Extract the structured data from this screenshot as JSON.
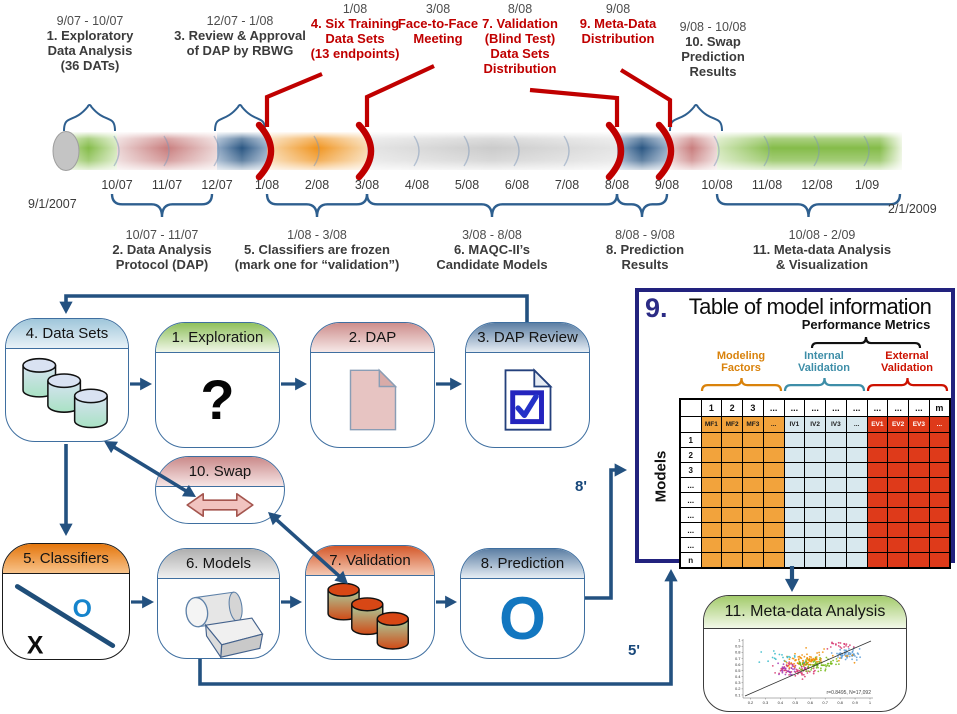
{
  "timeline": {
    "start_date": "9/1/2007",
    "end_date": "2/1/2009",
    "months": [
      "10/07",
      "11/07",
      "12/07",
      "1/08",
      "2/08",
      "3/08",
      "4/08",
      "5/08",
      "6/08",
      "7/08",
      "8/08",
      "9/08",
      "10/08",
      "11/08",
      "12/08",
      "1/09"
    ],
    "above_milestones": [
      {
        "dates": "9/07 - 10/07",
        "lines": [
          "1. Exploratory",
          "Data Analysis",
          "(36 DATs)"
        ],
        "style": "black"
      },
      {
        "dates": "12/07 - 1/08",
        "lines": [
          "3. Review & Approval",
          "of DAP by RBWG"
        ],
        "style": "black"
      },
      {
        "dates": "1/08",
        "lines": [
          "4. Six Training",
          "Data Sets",
          "(13 endpoints)"
        ],
        "style": "red"
      },
      {
        "dates": "3/08",
        "lines": [
          "Face-to-Face",
          "Meeting"
        ],
        "style": "red"
      },
      {
        "dates": "8/08",
        "lines": [
          "7. Validation",
          "(Blind Test)",
          "Data Sets",
          "Distribution"
        ],
        "style": "red"
      },
      {
        "dates": "9/08",
        "lines": [
          "9. Meta-Data",
          "Distribution"
        ],
        "style": "red"
      },
      {
        "dates": "9/08 - 10/08",
        "lines": [
          "10. Swap",
          "Prediction",
          "Results"
        ],
        "style": "black"
      }
    ],
    "below_milestones": [
      {
        "dates": "10/07 - 11/07",
        "lines": [
          "2. Data Analysis",
          "Protocol (DAP)"
        ]
      },
      {
        "dates": "1/08 - 3/08",
        "lines": [
          "5. Classifiers are frozen",
          "(mark one for “validation”)"
        ]
      },
      {
        "dates": "3/08 - 8/08",
        "lines": [
          "6. MAQC-II’s",
          "Candidate Models"
        ]
      },
      {
        "dates": "8/08 - 9/08",
        "lines": [
          "8. Prediction",
          "Results"
        ]
      },
      {
        "dates": "10/08 - 2/09",
        "lines": [
          "11. Meta-data Analysis",
          "& Visualization"
        ]
      }
    ],
    "colors": {
      "green": "#85BC4A",
      "pink": "#C97E7E",
      "navy": "#2B5783",
      "orange": "#F0941F",
      "gray": "#CBCBCB",
      "red_accent": "#C00000",
      "brace_blue": "#2E5F8F"
    }
  },
  "flowchart": {
    "boxes": {
      "datasets": {
        "label": "4. Data Sets"
      },
      "exploration": {
        "label": "1. Exploration"
      },
      "dap": {
        "label": "2. DAP"
      },
      "dap_review": {
        "label": "3. DAP Review"
      },
      "swap": {
        "label": "10. Swap"
      },
      "classifiers": {
        "label": "5. Classifiers",
        "marks": {
          "o": "O",
          "x": "X"
        }
      },
      "models": {
        "label": "6. Models"
      },
      "validation": {
        "label": "7. Validation"
      },
      "prediction": {
        "label": "8. Prediction",
        "symbol": "O"
      }
    },
    "exploration_symbol": "?",
    "prime_labels": {
      "eight": "8'",
      "five": "5'"
    },
    "arrow_color": "#235180"
  },
  "model_table": {
    "number": "9.",
    "title": "Table of model information",
    "metrics_label": "Performance Metrics",
    "models_label": "Models",
    "groups": [
      {
        "lines": [
          "Modeling",
          "Factors"
        ],
        "color": "#D9820B",
        "cell_color": "#F2A33C",
        "text_color": "#1a1a1a"
      },
      {
        "lines": [
          "Internal",
          "Validation"
        ],
        "color": "#3E8EA8",
        "cell_color": "#D8E8EE",
        "text_color": "#1a1a1a"
      },
      {
        "lines": [
          "External",
          "Validation"
        ],
        "color": "#CC1100",
        "cell_color": "#DE3A1A",
        "text_color": "#ffffff"
      }
    ],
    "top_header": [
      "1",
      "2",
      "3",
      "...",
      "...",
      "...",
      "...",
      "...",
      "...",
      "...",
      "...",
      "m"
    ],
    "sub_header": [
      "MF1",
      "MF2",
      "MF3",
      "...",
      "IV1",
      "IV2",
      "IV3",
      "...",
      "EV1",
      "EV2",
      "EV3",
      "..."
    ],
    "row_labels": [
      "1",
      "2",
      "3",
      "...",
      "...",
      "...",
      "...",
      "...",
      "n"
    ]
  },
  "meta_analysis": {
    "label": "11. Meta-data Analysis",
    "scatter": {
      "type": "scatter",
      "annotation": "r=0.8495, N=17,092",
      "x_ticks": [
        "0.2",
        "0.3",
        "0.4",
        "0.5",
        "0.6",
        "0.7",
        "0.8",
        "0.9",
        "1"
      ],
      "y_ticks": [
        "0.1",
        "0.2",
        "0.3",
        "0.4",
        "0.5",
        "0.6",
        "0.7",
        "0.8",
        "0.9",
        "1"
      ],
      "point_colors": [
        "#D6336C",
        "#F08C00",
        "#74B816",
        "#5B9BD5",
        "#30B8C8",
        "#9C36B5"
      ]
    }
  }
}
